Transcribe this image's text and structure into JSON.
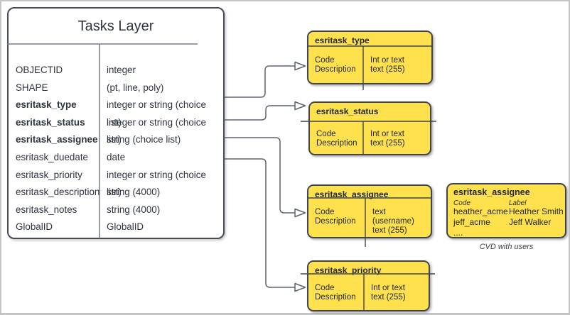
{
  "diagram": {
    "tasks_table": {
      "title": "Tasks Layer",
      "fields": [
        {
          "name": "OBJECTID",
          "type": "integer"
        },
        {
          "name": "SHAPE",
          "type": "(pt, line, poly)"
        },
        {
          "name": "esritask_type",
          "type": "integer or string (choice list)"
        },
        {
          "name": "esritask_status",
          "type": "integer or string (choice list)"
        },
        {
          "name": "esritask_assignee",
          "type": "string (choice list)"
        },
        {
          "name": "esritask_duedate",
          "type": "date"
        },
        {
          "name": "esritask_priority",
          "type": "integer or string (choice list)"
        },
        {
          "name": "esritask_description",
          "type": "string (4000)"
        },
        {
          "name": "esritask_notes",
          "type": "string (4000)"
        },
        {
          "name": "GlobalID",
          "type": "GlobalID"
        }
      ]
    },
    "domain_boxes": [
      {
        "title": "esritask_type",
        "left": "Code\nDescription",
        "right": "Int or text\ntext (255)"
      },
      {
        "title": "esritask_status",
        "left": "Code\nDescription",
        "right": "Int or text\ntext (255)"
      },
      {
        "title": "esritask_assignee",
        "left": "Code\nDescription",
        "right": "text  (username)\ntext (255)"
      },
      {
        "title": "esritask_priority",
        "left": "Code\nDescription",
        "right": "Int or text\ntext (255)"
      }
    ],
    "cvd_box": {
      "title": "esritask_assignee",
      "code_header": "Code",
      "label_header": "Label",
      "codes": "heather_acme\njeff_acme\n....",
      "labels": "Heather Smith\nJeff Walker",
      "caption": "CVD with users"
    },
    "colors": {
      "domain_box_fill": "#FFE14D",
      "shape_border": "#3F4651",
      "connector": "#5C6470",
      "text": "#2E3440"
    }
  }
}
